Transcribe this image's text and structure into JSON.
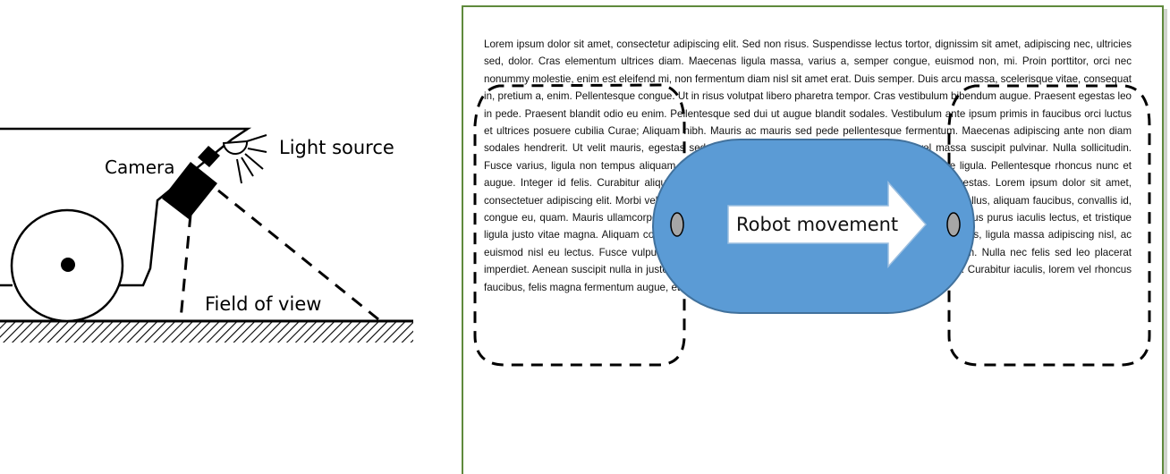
{
  "labels": {
    "light_source": "Light source",
    "camera": "Camera",
    "field_of_view": "Field of view",
    "robot_movement": "Robot movement"
  },
  "document": {
    "body_text": "Lorem ipsum dolor sit amet, consectetur adipiscing elit. Sed non risus. Suspendisse lectus tortor, dignissim sit amet, adipiscing nec, ultricies sed, dolor. Cras elementum ultrices diam. Maecenas ligula massa, varius a, semper congue, euismod non, mi. Proin porttitor, orci nec nonummy molestie, enim est eleifend mi, non fermentum diam nisl sit amet erat. Duis semper. Duis arcu massa, scelerisque vitae, consequat in, pretium a, enim. Pellentesque congue. Ut in risus volutpat libero pharetra tempor. Cras vestibulum bibendum augue. Praesent egestas leo in pede. Praesent blandit odio eu enim. Pellentesque sed dui ut augue blandit sodales. Vestibulum ante ipsum primis in faucibus orci luctus et ultrices posuere cubilia Curae; Aliquam nibh. Mauris ac mauris sed pede pellentesque fermentum. Maecenas adipiscing ante non diam sodales hendrerit. Ut velit mauris, egestas sed, gravida nec, ornare ut, mi. Aenean ut orci vel massa suscipit pulvinar. Nulla sollicitudin. Fusce varius, ligula non tempus aliquam, nunc turpis ullamcorper nibh, in tempus sapien eros vitae ligula. Pellentesque rhoncus nunc et augue. Integer id felis. Curabitur aliquet pellentesque diam. Integer quis metus vitae elit lobortis egestas. Lorem ipsum dolor sit amet, consectetuer adipiscing elit. Morbi vel erat non mauris convallis vehicula. Nulla et sapien. Integer tortor tellus, aliquam faucibus, convallis id, congue eu, quam. Mauris ullamcorper felis vitae erat. Proin feugiat, augue non elementum posuere, metus purus iaculis lectus, et tristique ligula justo vitae magna. Aliquam convallis sollicitudin purus. Praesent aliquam, enim at fermentum mollis, ligula massa adipiscing nisl, ac euismod nisl eu lectus. Fusce vulputate sem at sapien. Vivamus leo. Aliquam euismod libero eu enim. Nulla nec felis sed leo placerat imperdiet. Aenean suscipit nulla in justo. Suspendisse cursus rutrum augue. Nulla tincidunt tincidunt mi. Curabitur iaculis, lorem vel rhoncus faucibus, felis magna fermentum augue, et ultricies lacus lorem varius purus."
  },
  "colors": {
    "robot_fill": "#5b9bd5",
    "robot_stroke": "#41719c",
    "page_border": "#5f8a3c",
    "sensor_fill": "#a6a6a6"
  },
  "icons": {
    "robot": "robot-body-shape",
    "arrow": "right-arrow-icon",
    "camera": "camera-icon",
    "light": "light-source-icon"
  }
}
